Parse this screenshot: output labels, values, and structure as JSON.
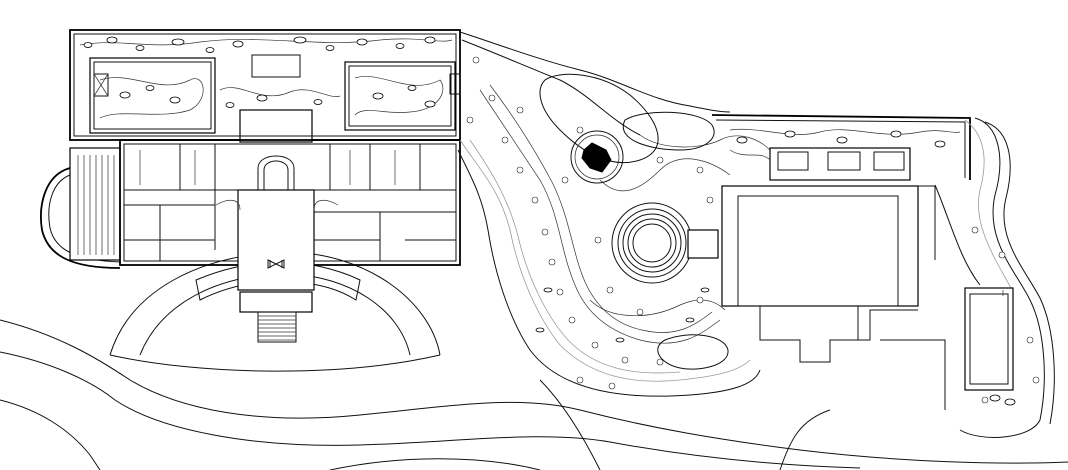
{
  "drawing": {
    "kind": "site-plan",
    "style": "black line drawing on white",
    "colors": {
      "background": "#ffffff",
      "line": "#111111",
      "secondary": "#9a9a9a"
    },
    "labels": [],
    "features": [
      "north-garden-strip",
      "main-building",
      "west-rotunda",
      "south-entrance-arc",
      "south-entrance-stairs",
      "meandering-stream",
      "concentric-circle-plaza",
      "black-rock-feature",
      "east-building",
      "east-garden-strip",
      "east-pool",
      "road-curves"
    ]
  }
}
